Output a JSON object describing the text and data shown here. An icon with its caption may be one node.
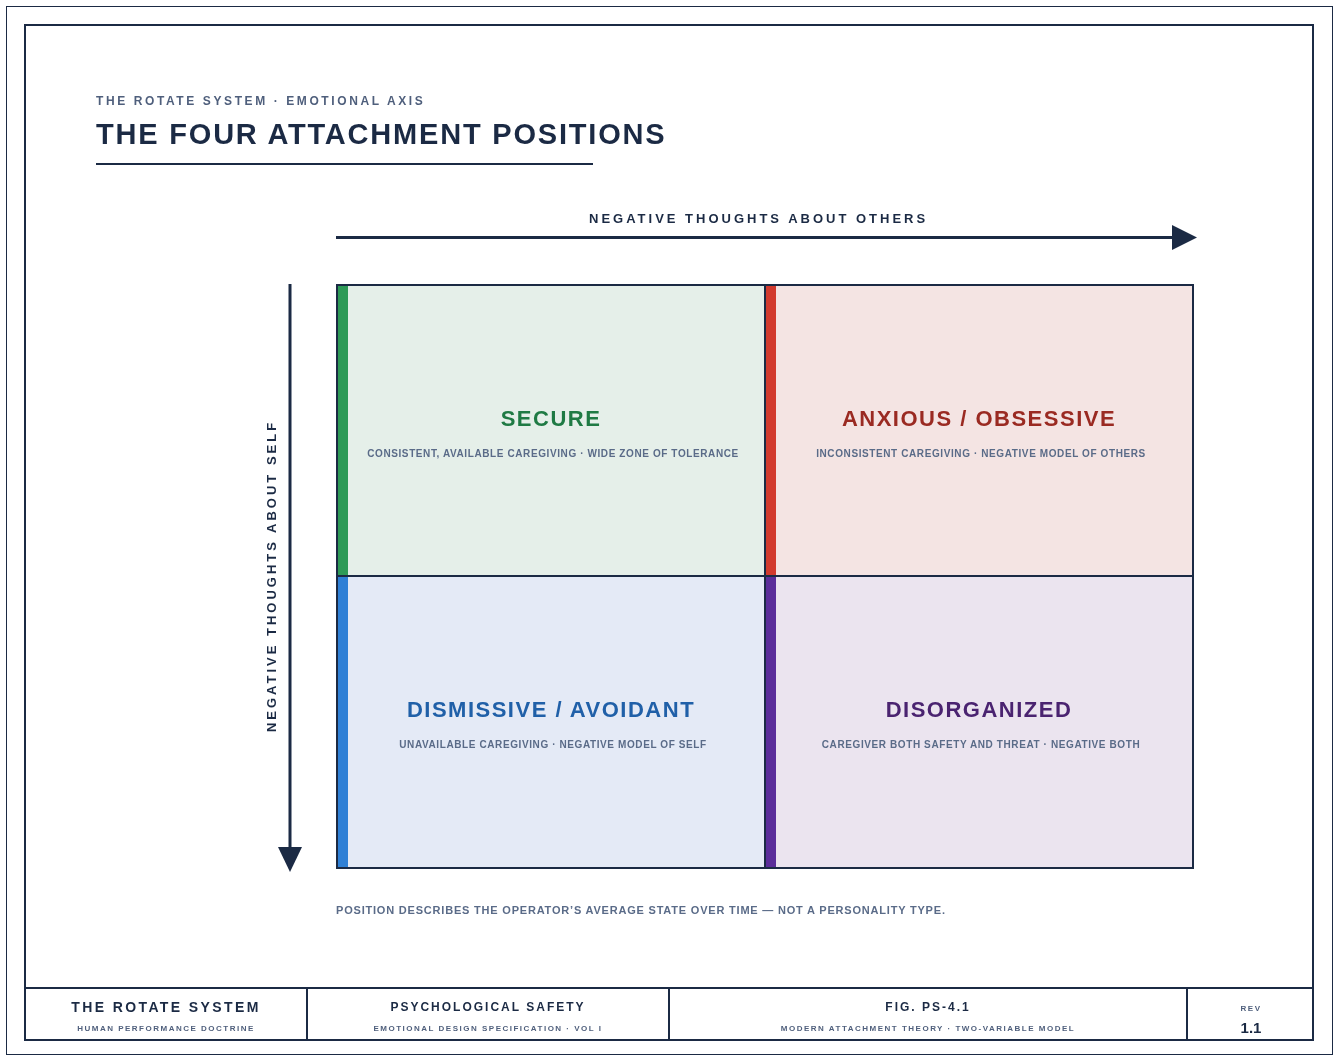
{
  "diagram": {
    "title": "THE FOUR ATTACHMENT POSITIONS",
    "nodes": [
      {
        "text": [
          "SECURE",
          "CONSISTENT, AVAILABLE CAREGIVING · WIDE ZONE OF TOLERANCE"
        ]
      },
      {
        "text": [
          "ANXIOUS / OBSESSIVE",
          "INCONSISTENT CAREGIVING · NEGATIVE MODEL OF OTHERS"
        ]
      },
      {
        "text": [
          "DISMISSIVE / AVOIDANT",
          "UNAVAILABLE CAREGIVING · NEGATIVE MODEL OF SELF"
        ]
      },
      {
        "text": [
          "DISORGANIZED",
          "CAREGIVER BOTH SAFETY AND THREAT · NEGATIVE BOTH"
        ]
      }
    ],
    "labels": [
      "THE ROTATE SYSTEM · EMOTIONAL AXIS",
      "NEGATIVE THOUGHTS ABOUT OTHERS",
      "NEGATIVE THOUGHTS ABOUT SELF",
      "POSITION DESCRIBES THE OPERATOR’S AVERAGE STATE OVER TIME — NOT A PERSONALITY TYPE.",
      "THE ROTATE SYSTEM",
      "HUMAN PERFORMANCE DOCTRINE",
      "PSYCHOLOGICAL SAFETY",
      "EMOTIONAL DESIGN SPECIFICATION · VOL I",
      "FIG. PS-4.1",
      "MODERN ATTACHMENT THEORY · TWO-VARIABLE MODEL",
      "REV",
      "1.1"
    ]
  }
}
